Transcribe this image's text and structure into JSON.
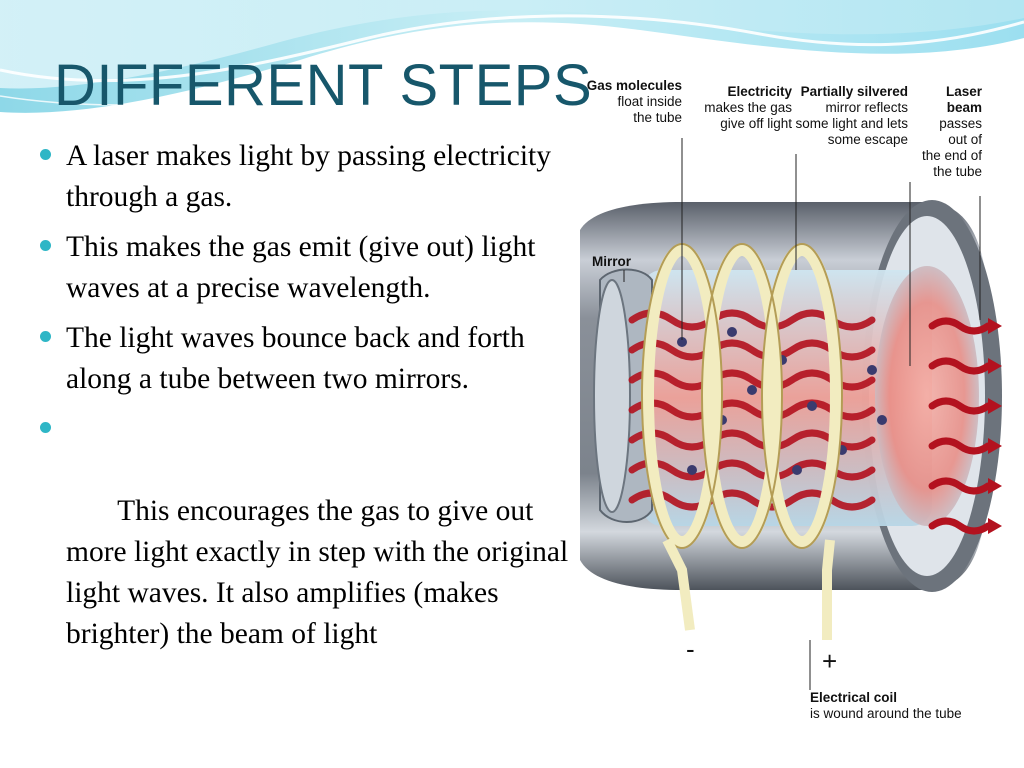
{
  "slide": {
    "title": "DIFFERENT STEPS",
    "bullets": [
      "A laser makes light by passing electricity through a gas.",
      "This makes the gas emit (give out) light waves at a precise wavelength.",
      "The light waves bounce back and forth along a tube between two mirrors.",
      " This encourages the gas to give out more light exactly in step with the original light waves. It also amplifies (makes brighter) the beam of light"
    ]
  },
  "diagram": {
    "labels": {
      "gas_molecules": {
        "title": "Gas molecules",
        "lines": [
          "float inside",
          "the tube"
        ]
      },
      "electricity": {
        "title": "Electricity",
        "lines": [
          "makes the gas",
          "give off light"
        ]
      },
      "partially_silvered": {
        "title": "Partially silvered",
        "lines": [
          "mirror reflects",
          "some light and lets",
          "some escape"
        ]
      },
      "laser_beam": {
        "title": "Laser beam",
        "lines": [
          "passes",
          "out of",
          "the end of",
          "the tube"
        ]
      },
      "mirror": {
        "title": "Mirror"
      },
      "electrical_coil": {
        "title": "Electrical coil",
        "lines": [
          "is wound around the tube"
        ]
      },
      "negative_terminal": "-",
      "positive_terminal": "+"
    }
  },
  "colors": {
    "title": "#17576b",
    "bullet_marker": "#2eb6c6",
    "header_wave_light": "#bfe9f2",
    "header_wave_mid": "#7fd3e4",
    "beam_red": "#b3121f",
    "tube_metal": "#8a9099",
    "coil": "#f2ecc0"
  }
}
